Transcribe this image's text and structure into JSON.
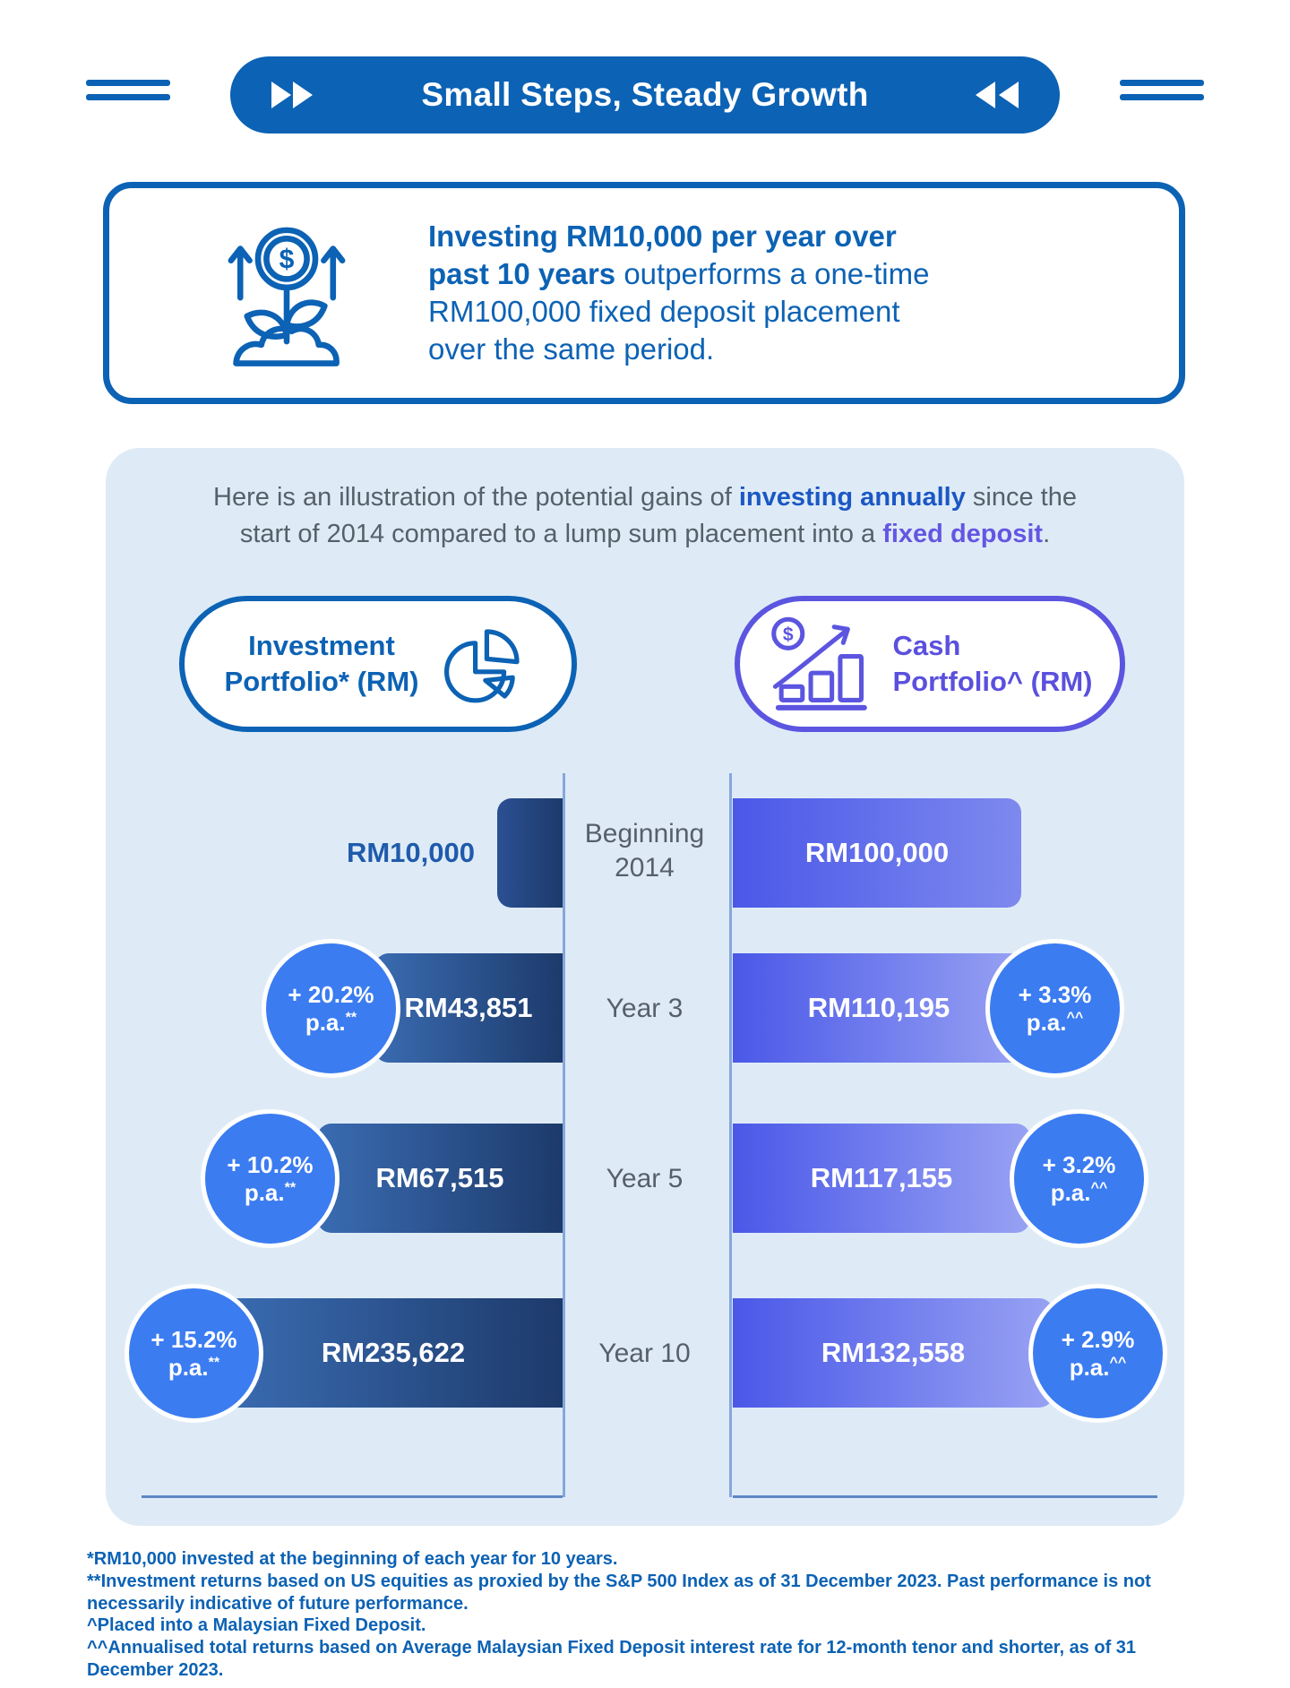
{
  "header": {
    "title": "Small Steps, Steady Growth"
  },
  "callout": {
    "line1_bold": "Investing RM10,000 per year over",
    "line2_bold": "past 10 years",
    "line2_rest": " outperforms a one-time",
    "line3": "RM100,000 fixed deposit placement",
    "line4": "over the same period."
  },
  "intro": {
    "part1": "Here is an illustration of the potential gains of ",
    "highlight_blue": "investing annually",
    "part2": " since the start of 2014 compared to a lump sum placement into a ",
    "highlight_purple": "fixed deposit",
    "part3": "."
  },
  "legend": {
    "investment_line1": "Investment",
    "investment_line2": "Portfolio* (RM)",
    "cash_line1": "Cash",
    "cash_line2": "Portfolio^ (RM)"
  },
  "rows": [
    {
      "center_line1": "Beginning",
      "center_line2": "2014",
      "left_value": "RM10,000",
      "right_value": "RM100,000"
    },
    {
      "center_line1": "Year 3",
      "left_value": "RM43,851",
      "right_value": "RM110,195",
      "left_pct": "+ 20.2%",
      "left_pa": "p.a.",
      "left_sup": "**",
      "right_pct": "+ 3.3%",
      "right_pa": "p.a.",
      "right_sup": "^^"
    },
    {
      "center_line1": "Year 5",
      "left_value": "RM67,515",
      "right_value": "RM117,155",
      "left_pct": "+ 10.2%",
      "left_pa": "p.a.",
      "left_sup": "**",
      "right_pct": "+ 3.2%",
      "right_pa": "p.a.",
      "right_sup": "^^"
    },
    {
      "center_line1": "Year 10",
      "left_value": "RM235,622",
      "right_value": "RM132,558",
      "left_pct": "+ 15.2%",
      "left_pa": "p.a.",
      "left_sup": "**",
      "right_pct": "+ 2.9%",
      "right_pa": "p.a.",
      "right_sup": "^^"
    }
  ],
  "chart_data": {
    "type": "bar",
    "subtype": "butterfly-comparison",
    "categories": [
      "Beginning 2014",
      "Year 3",
      "Year 5",
      "Year 10"
    ],
    "series": [
      {
        "name": "Investment Portfolio* (RM)",
        "values": [
          10000,
          43851,
          67515,
          235622
        ],
        "value_labels": [
          "RM10,000",
          "RM43,851",
          "RM67,515",
          "RM235,622"
        ],
        "annual_returns_pa": [
          null,
          "+ 20.2% p.a.**",
          "+ 10.2% p.a.**",
          "+ 15.2% p.a.**"
        ]
      },
      {
        "name": "Cash Portfolio^ (RM)",
        "values": [
          100000,
          110195,
          117155,
          132558
        ],
        "value_labels": [
          "RM100,000",
          "RM110,195",
          "RM117,155",
          "RM132,558"
        ],
        "annual_returns_pa": [
          null,
          "+ 3.3% p.a.^^",
          "+ 3.2% p.a.^^",
          "+ 2.9% p.a.^^"
        ]
      }
    ],
    "value_prefix": "RM",
    "legend_position": "top",
    "axis_note": "category labels on central vertical axis; investment bars grow left, cash bars grow right"
  },
  "footnotes": [
    "*RM10,000 invested at the beginning of each year for 10 years.",
    "**Investment returns based on US equities as proxied by the S&P 500 Index as of 31 December 2023. Past performance is not necessarily indicative of future performance.",
    "^Placed into a Malaysian Fixed Deposit.",
    "^^Annualised total returns based on Average Malaysian Fixed Deposit interest rate for 12-month tenor and shorter, as of 31 December 2023."
  ],
  "icons": {
    "fast_forward": "fast-forward-icon",
    "rewind": "rewind-icon",
    "money_plant": "money-plant-icon",
    "pie_chart": "pie-chart-icon",
    "cash_growth": "cash-growth-icon"
  },
  "colors": {
    "brand_blue": "#0c62b4",
    "panel_bg": "#deebf7",
    "bar_left_gradient": [
      "#3a6cb2",
      "#1d3a6b"
    ],
    "bar_right_gradient": [
      "#4a58e8",
      "#98a2f3"
    ],
    "return_circle_blue": "#3b7cf1",
    "purple": "#5b50dd",
    "intro_gray": "#566069",
    "highlight_blue": "#1b57c4",
    "highlight_purple": "#6456e2"
  }
}
